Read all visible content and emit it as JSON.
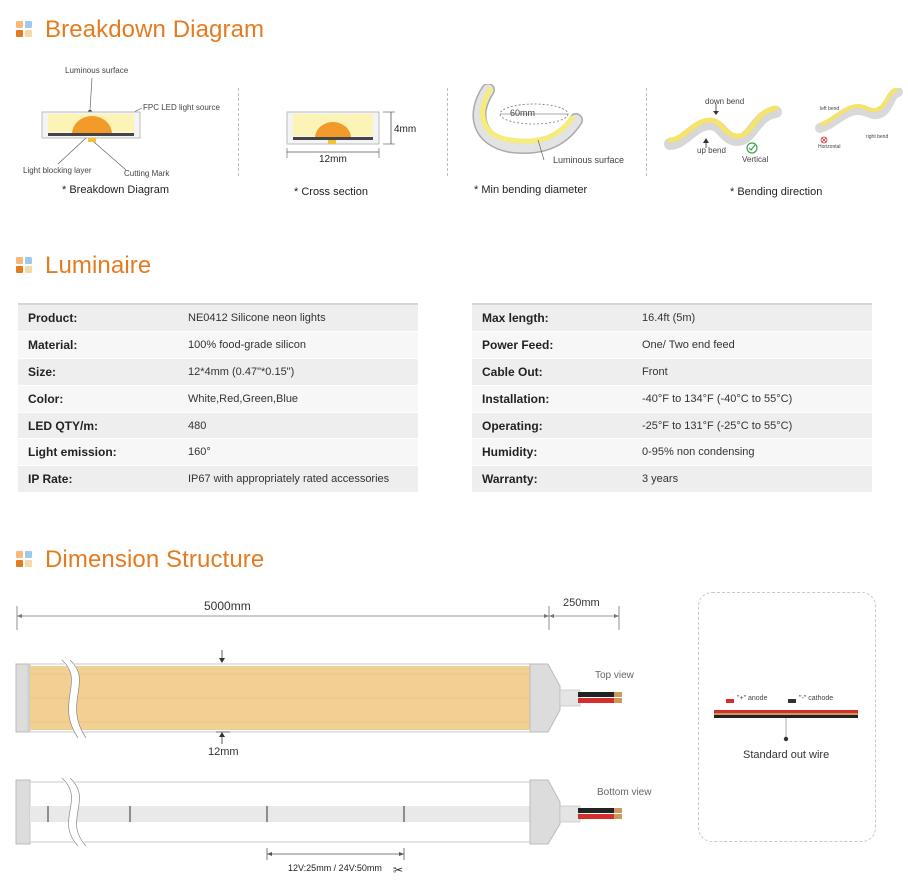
{
  "sections": {
    "breakdown": {
      "title": "Breakdown Diagram"
    },
    "luminaire": {
      "title": "Luminaire"
    },
    "dimension": {
      "title": "Dimension Structure"
    }
  },
  "accent_color": "#e57b20",
  "icon_colors": [
    "#f6b97e",
    "#9fc9ec",
    "#e57b20",
    "#f6d9a8"
  ],
  "breakdown_panels": {
    "panel1": {
      "caption": "* Breakdown Diagram",
      "labels": {
        "luminous_surface": "Luminous surface",
        "fpc": "FPC LED light source",
        "blocking": "Light blocking layer",
        "cutting": "Cutting Mark"
      }
    },
    "panel2": {
      "caption": "* Cross section",
      "width_label": "12mm",
      "height_label": "4mm"
    },
    "panel3": {
      "caption": "* Min bending diameter",
      "diameter_label": "60mm",
      "surface_label": "Luminous surface"
    },
    "panel4": {
      "caption": "* Bending direction",
      "labels": {
        "down_bend": "down bend",
        "up_bend": "up bend",
        "vertical": "Vertical",
        "left_bend": "left bend",
        "right_bend": "right bend",
        "horizontal": "Horizontal"
      }
    }
  },
  "luminaire": {
    "left": [
      {
        "key": "Product:",
        "value": "NE0412 Silicone neon lights"
      },
      {
        "key": "Material:",
        "value": "100% food-grade silicon"
      },
      {
        "key": "Size:",
        "value": "12*4mm (0.47\"*0.15\")"
      },
      {
        "key": "Color:",
        "value": "White,Red,Green,Blue"
      },
      {
        "key": "LED QTY/m:",
        "value": "480"
      },
      {
        "key": "Light emission:",
        "value": "160°"
      },
      {
        "key": "IP Rate:",
        "value": "IP67 with appropriately rated accessories"
      }
    ],
    "right": [
      {
        "key": "Max length:",
        "value": "16.4ft (5m)"
      },
      {
        "key": "Power Feed:",
        "value": "One/ Two end feed"
      },
      {
        "key": "Cable Out:",
        "value": "Front"
      },
      {
        "key": "Installation:",
        "value": "-40°F to 134°F (-40°C to 55°C)"
      },
      {
        "key": "Operating:",
        "value": "-25°F to 131°F (-25°C to 55°C)"
      },
      {
        "key": "Humidity:",
        "value": "0-95% non condensing"
      },
      {
        "key": "Warranty:",
        "value": "3 years"
      }
    ]
  },
  "dimension": {
    "length_label": "5000mm",
    "lead_label": "250mm",
    "width_label": "12mm",
    "top_view": "Top view",
    "bottom_view": "Bottom view",
    "cut_label": "12V:25mm / 24V:50mm",
    "anode_label": "\"+\" anode",
    "cathode_label": "\"-\" cathode",
    "wire_caption": "Standard out wire"
  },
  "colors": {
    "strip_fill": "#f2cf93",
    "wire_red": "#d62d2d",
    "wire_black": "#222222"
  }
}
